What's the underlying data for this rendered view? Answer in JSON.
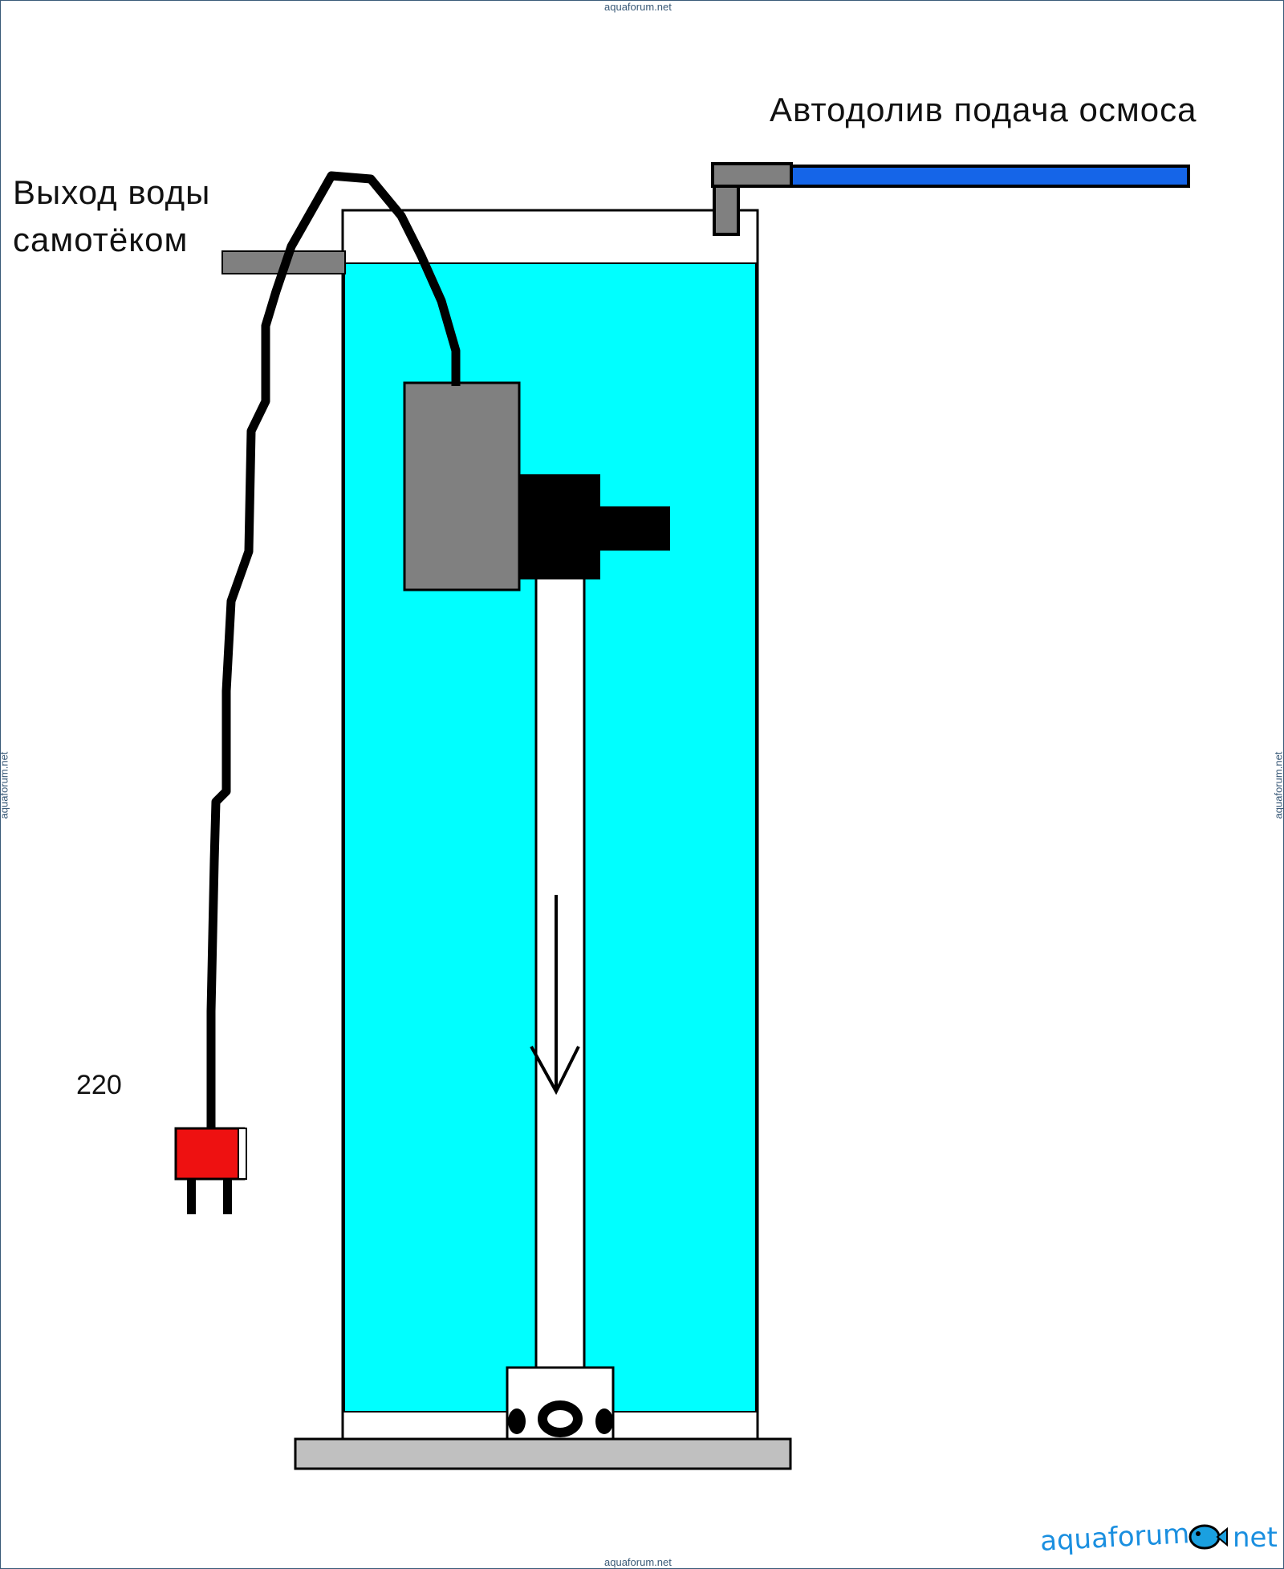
{
  "labels": {
    "osmosis_feed": "Автодолив подача осмоса",
    "outlet_line1": "Выход воды",
    "outlet_line2": "самотёком",
    "voltage": "220"
  },
  "watermark": "aquaforum.net",
  "logo": {
    "left": "aquaforum",
    "right": "net"
  },
  "colors": {
    "water": "#00ffff",
    "pump": "#808080",
    "osmosis_tube": "#1565e8",
    "plug": "#ee1111",
    "base": "#c0c0c0"
  }
}
